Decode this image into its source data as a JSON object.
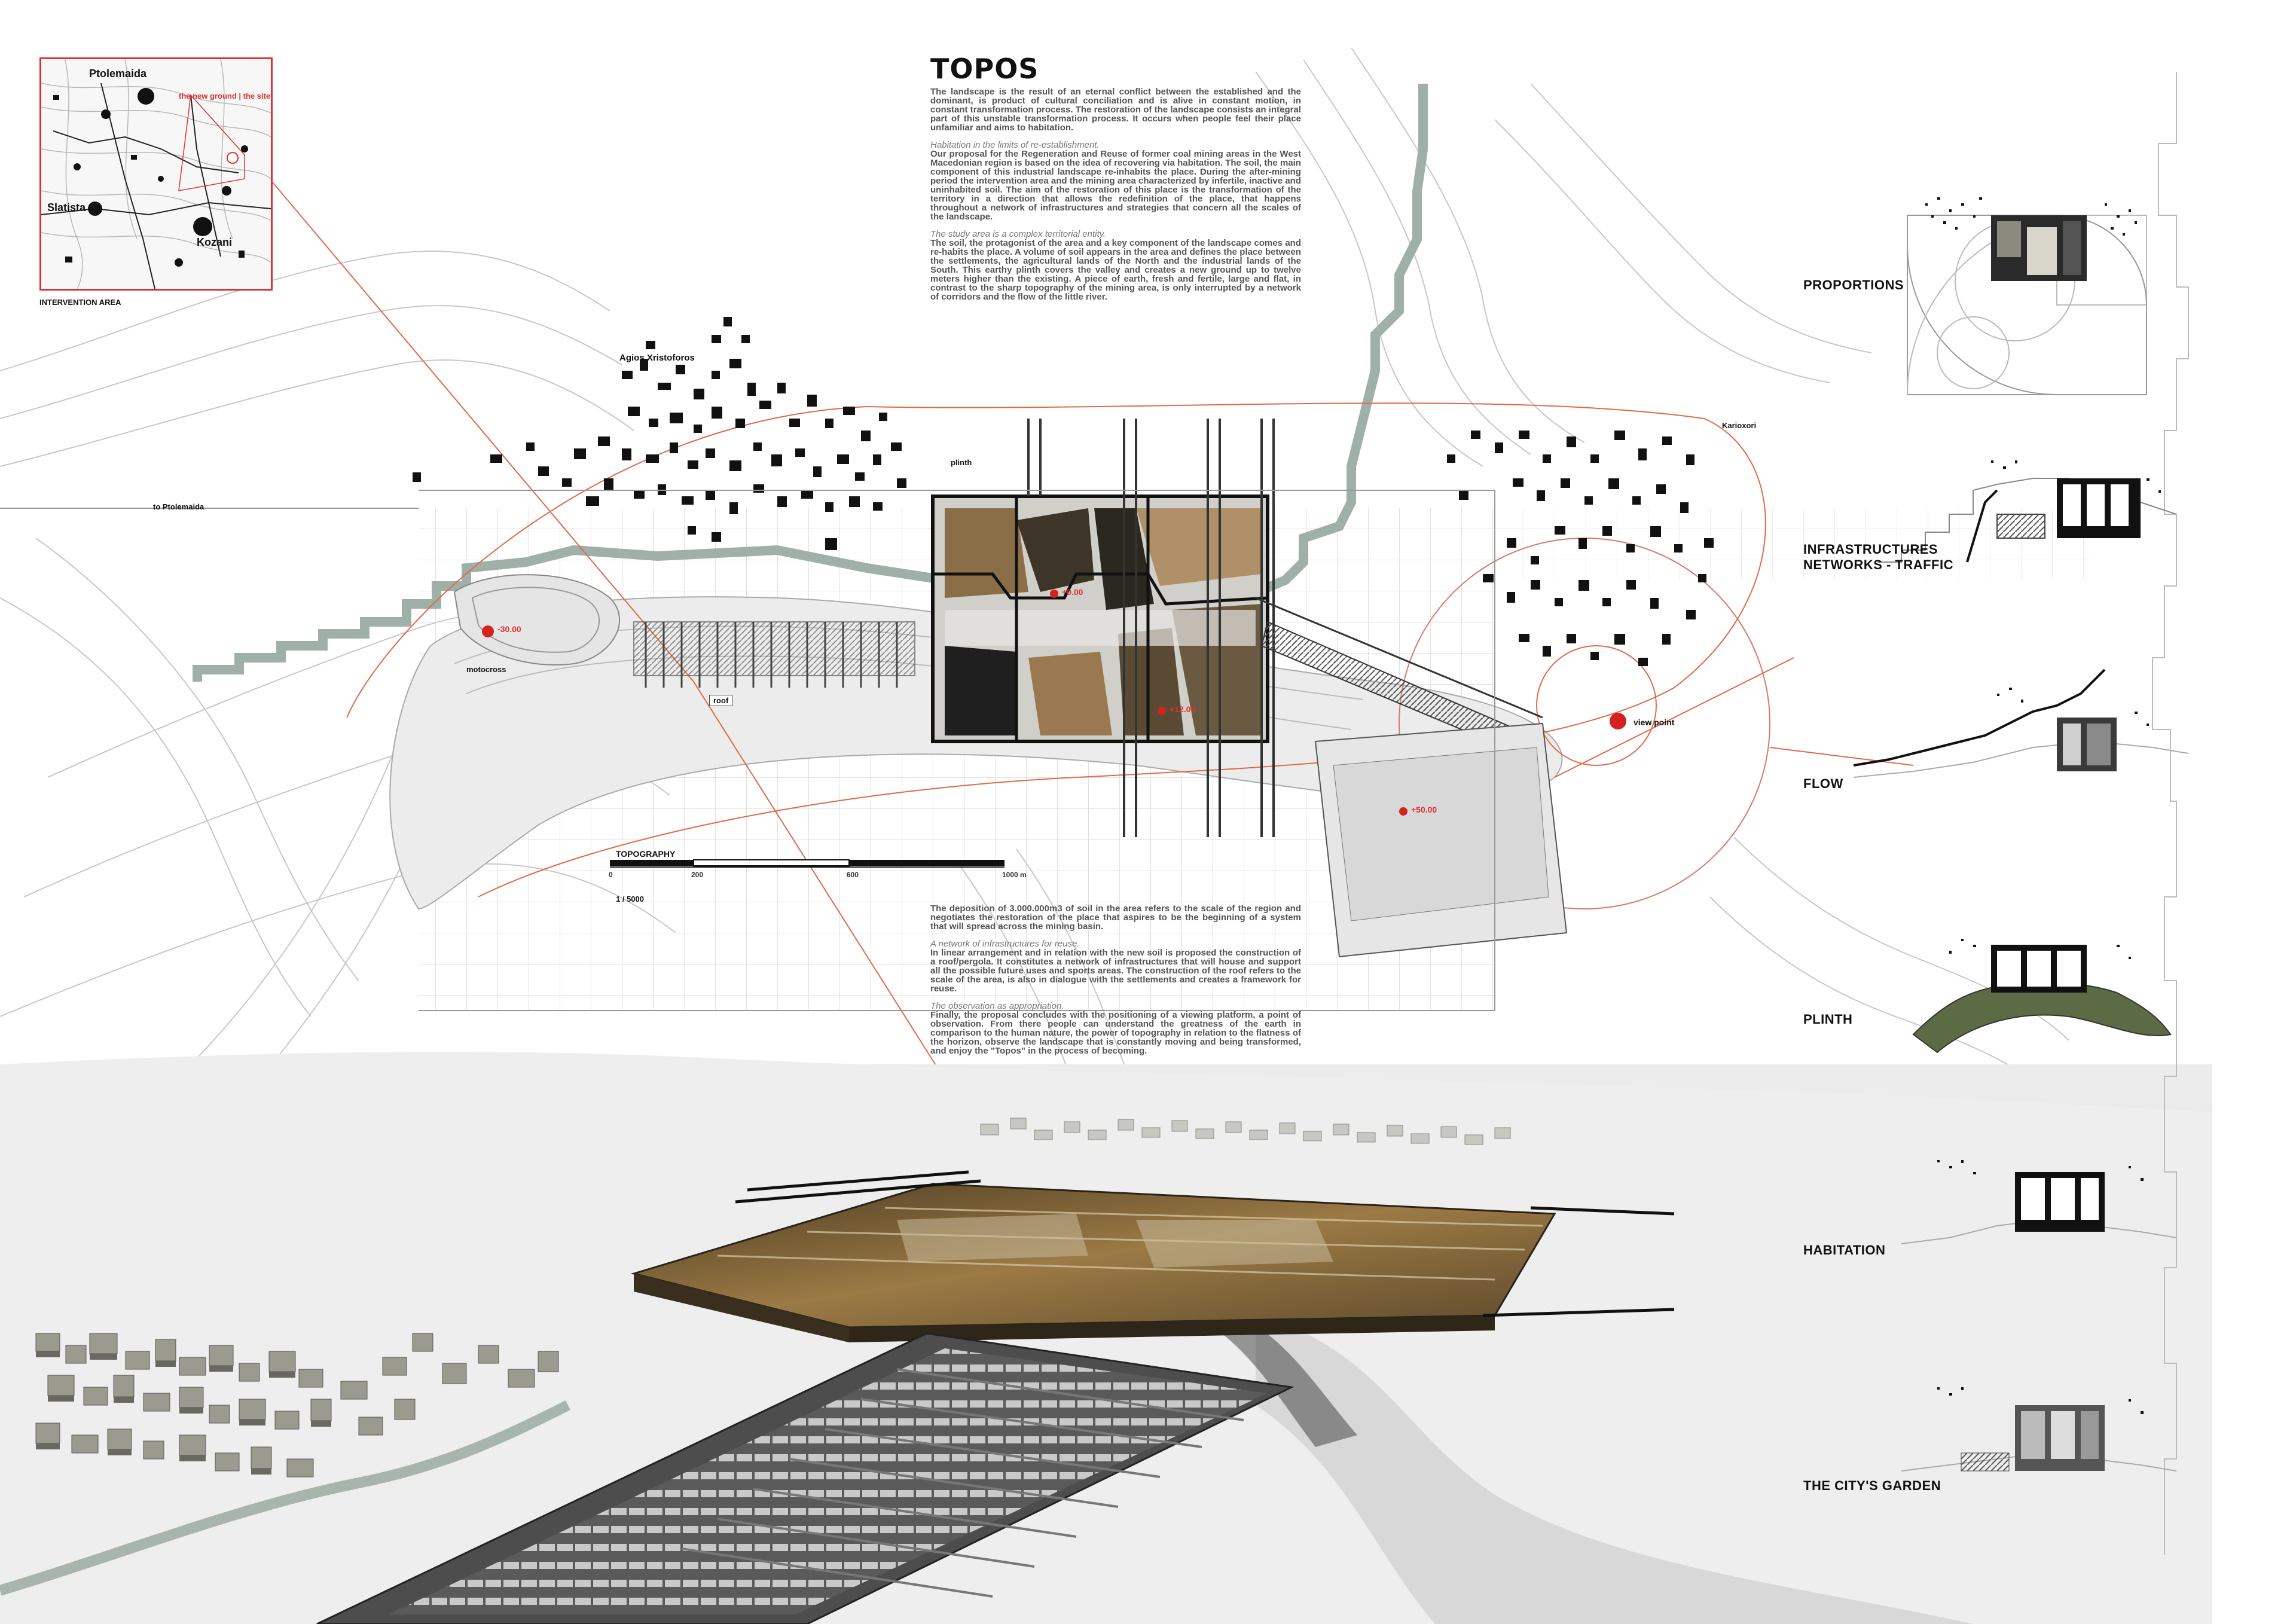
{
  "title": "TOPOS",
  "intro_text": "The landscape is the result of an eternal conflict between the established and the dominant, is product of cultural conciliation and is alive in constant motion, in constant transformation process. The restoration of the landscape consists an integral part of this unstable transformation process. It occurs when people feel their place unfamiliar and aims to habitation.",
  "section1": {
    "heading": "Habitation in the limits of re-establishment.",
    "text": "Our proposal for the Regeneration and Reuse of former coal mining areas in the West Macedonian region is based on the idea of recovering via habitation. The soil, the main component of this industrial landscape re-inhabits the place. During the after-mining period the intervention area and the mining area characterized by infertile, inactive and uninhabited soil. The aim of the restoration of this place is the transformation of the territory in a direction that allows the redefinition of the place, that happens throughout a network of infrastructures and strategies that concern all the scales of the landscape."
  },
  "section2": {
    "heading": "The study area is a complex territorial entity.",
    "text": "The soil, the protagonist of the area and a key component of the landscape comes and re-habits the place. A volume of soil appears in the area and defines the place between the settlements, the agricultural lands of the North and the industrial lands of the South. This earthy plinth covers the valley and creates a new ground up to twelve meters higher than the existing. A piece of earth, fresh and fertile, large and flat, in contrast to the sharp topography of the mining area, is only interrupted by a network of corridors and the flow of the little river."
  },
  "lower_text": {
    "intro": "The deposition of 3.000.000m3 of soil in the area refers to the scale of the region and negotiates the restoration of the place that aspires to be the beginning of a system that will spread across the mining basin.",
    "heading1": "A network of infrastructures for reuse.",
    "text1": "In linear arrangement and in relation with the new soil is proposed the construction of a roof/pergola. It constitutes a network of infrastructures that will house and support all the possible future uses and sports areas. The construction of the roof refers to the scale of the area, is also in dialogue with the settlements and creates a framework for reuse.",
    "heading2": "The observation as appropriation.",
    "text2": "Finally, the proposal concludes with the positioning of a viewing platform, a point of observation. From there people can understand the greatness of the earth in comparison to the human nature, the power of topography in relation to the flatness of the horizon, observe the landscape that is constantly moving and being transformed, and enjoy the \"Topos\" in the process of becoming."
  },
  "map": {
    "ptolemaida": "Ptolemaida",
    "site": "the new ground | the site",
    "slatista": "Slatista",
    "kozani": "Kozani",
    "caption": "INTERVENTION AREA"
  },
  "plan_labels": {
    "agios": "Agios Xristoforos",
    "karioxori": "Karioxori",
    "to_ptolemaida": "to Ptolemaida",
    "plinth": "plinth",
    "motocross": "motocross",
    "roof": "roof",
    "view_point": "view point",
    "topography": "TOPOGRAPHY",
    "scale": "1 / 5000"
  },
  "elevations": {
    "minus30": "-30.00",
    "plus0": "+0.00",
    "plus12": "+12.00",
    "plus50": "+50.00"
  },
  "scale_ticks": [
    "0",
    "200",
    "600",
    "1000 m"
  ],
  "side_labels": {
    "proportions": "PROPORTIONS",
    "infra1": "INFRASTRUCTURES",
    "infra2": "NETWORKS - TRAFFIC",
    "flow": "FLOW",
    "plinth": "PLINTH",
    "habitation": "HABITATION",
    "garden": "THE CITY'S GARDEN"
  },
  "colors": {
    "accent_red": "#d2231f",
    "plinth_green": "#5d6b45",
    "soil_brown": "#8a6a3e"
  }
}
